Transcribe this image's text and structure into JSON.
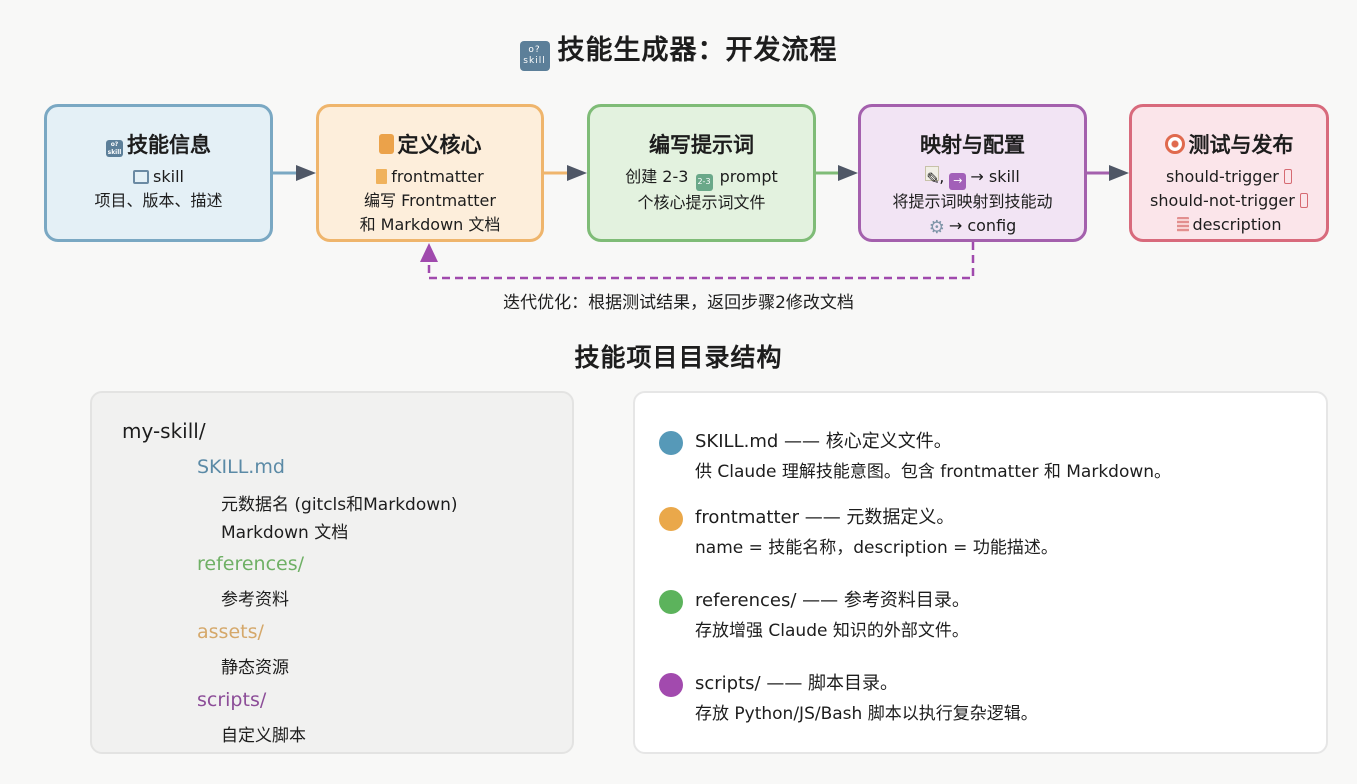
{
  "header": {
    "icon": "skill-badge-icon",
    "badge_text": "o? skill",
    "title": "技能生成器：开发流程"
  },
  "flow": {
    "steps": [
      {
        "title": "技能信息",
        "title_icon": "skill-badge-icon",
        "lines": [
          "skill",
          "项目、版本、描述"
        ],
        "line_icons": [
          "id-card-icon"
        ],
        "border_color": "#7aa8c3",
        "fill_color": "#e4f0f6"
      },
      {
        "title": "定义核心",
        "title_icon": "markdown-file-icon",
        "lines": [
          "frontmatter",
          "编写 Frontmatter",
          "和 Markdown 文档"
        ],
        "line_icons": [
          "document-icon"
        ],
        "border_color": "#efb56c",
        "fill_color": "#fdeedb"
      },
      {
        "title": "编写提示词",
        "lines": [
          "创建 2-3",
          "prompt",
          "个核心提示词文件"
        ],
        "inline_badge": "2-3",
        "border_color": "#7fbc77",
        "fill_color": "#e3f2df"
      },
      {
        "title": "映射与配置",
        "lines": [
          ", ",
          "→ skill",
          "将提示词映射到技能动",
          "→ config"
        ],
        "line_icons": [
          "memo-icon",
          "arrow-right-box-icon",
          "gear-icon"
        ],
        "border_color": "#a460ad",
        "fill_color": "#f2e4f4"
      },
      {
        "title": "测试与发布",
        "title_icon": "target-icon",
        "lines": [
          "should-trigger",
          "should-not-trigger",
          "description"
        ],
        "line_icons": [
          "battery-icon",
          "battery-icon",
          "document-icon"
        ],
        "border_color": "#d86a7c",
        "fill_color": "#fbe5ea"
      }
    ],
    "arrow_color": "#4f5766",
    "loop": {
      "label": "迭代优化：根据测试结果，返回步骤2修改文档",
      "color": "#a04aad",
      "from_step": 4,
      "to_step": 2
    }
  },
  "structure": {
    "title": "技能项目目录结构",
    "tree": {
      "root": "my-skill/",
      "nodes": [
        {
          "branch": "├──",
          "name": "SKILL.md",
          "color": "#5b8aa6",
          "children": [
            {
              "branch": "├──",
              "text": "元数据名 (gitcls和Markdown)"
            },
            {
              "branch": "└──",
              "text": "Markdown 文档"
            }
          ]
        },
        {
          "branch": "├──",
          "name": "references/",
          "color": "#6fb065",
          "children": [
            {
              "branch": "├──",
              "text": "参考资料"
            }
          ]
        },
        {
          "branch": "├──",
          "name": "assets/",
          "color": "#d5a86a",
          "children": [
            {
              "branch": "├──",
              "text": "静态资源"
            }
          ]
        },
        {
          "branch": "└──",
          "name": "scripts/",
          "color": "#8c4d98",
          "children": [
            {
              "branch": "└──",
              "text": "自定义脚本"
            }
          ]
        }
      ]
    },
    "legend": [
      {
        "color": "#5699b8",
        "title": "SKILL.md —— 核心定义文件。",
        "desc": "供 Claude 理解技能意图。包含 frontmatter 和 Markdown。"
      },
      {
        "color": "#eaa84a",
        "title": "frontmatter —— 元数据定义。",
        "desc": "name = 技能名称，description = 功能描述。"
      },
      {
        "color": "#5cb35c",
        "title": "references/ —— 参考资料目录。",
        "desc": "存放增强 Claude 知识的外部文件。"
      },
      {
        "color": "#a24aae",
        "title": "scripts/ —— 脚本目录。",
        "desc": "存放 Python/JS/Bash 脚本以执行复杂逻辑。"
      }
    ]
  }
}
